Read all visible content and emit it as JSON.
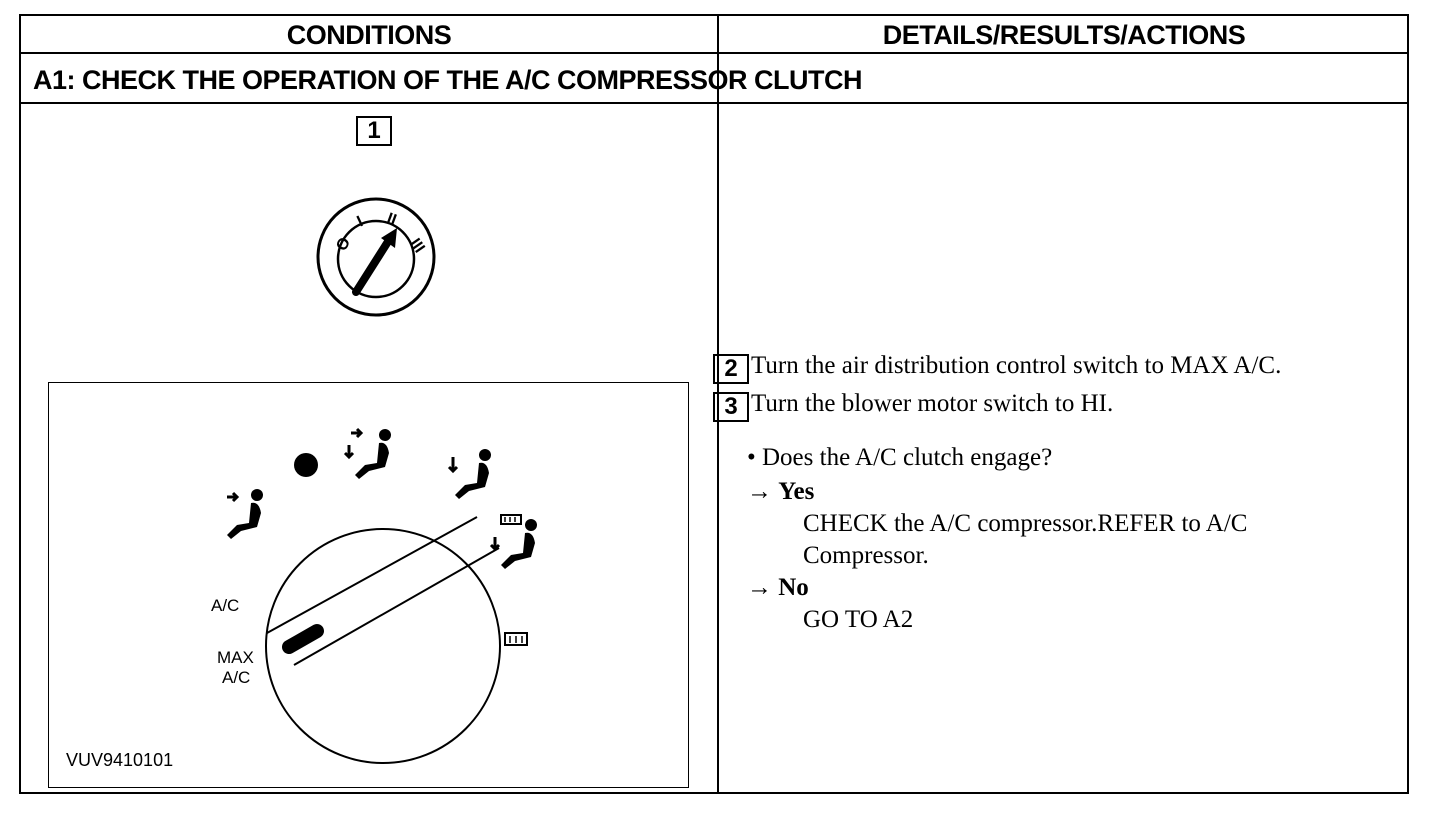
{
  "header": {
    "conditions": "CONDITIONS",
    "details": "DETAILS/RESULTS/ACTIONS"
  },
  "step_title": "A1: CHECK THE OPERATION OF THE A/C COMPRESSOR CLUTCH",
  "conditions": {
    "step_number": "1",
    "ignition_labels": [
      "O",
      "I",
      "II",
      "III"
    ],
    "figure": {
      "labels": {
        "ac": "A/C",
        "max": "MAX",
        "max_ac": "A/C"
      },
      "code": "VUV9410101"
    }
  },
  "details": {
    "steps": [
      {
        "number": "2",
        "text": "Turn the air distribution control switch to MAX A/C."
      },
      {
        "number": "3",
        "text": "Turn the blower motor switch to HI."
      }
    ],
    "question": "• Does the A/C clutch engage?",
    "yes": {
      "arrow": "→",
      "label": "Yes",
      "line1": "CHECK the A/C compressor.REFER to A/C",
      "line2": "Compressor."
    },
    "no": {
      "arrow": "→",
      "label": "No",
      "action": "GO TO A2"
    }
  }
}
